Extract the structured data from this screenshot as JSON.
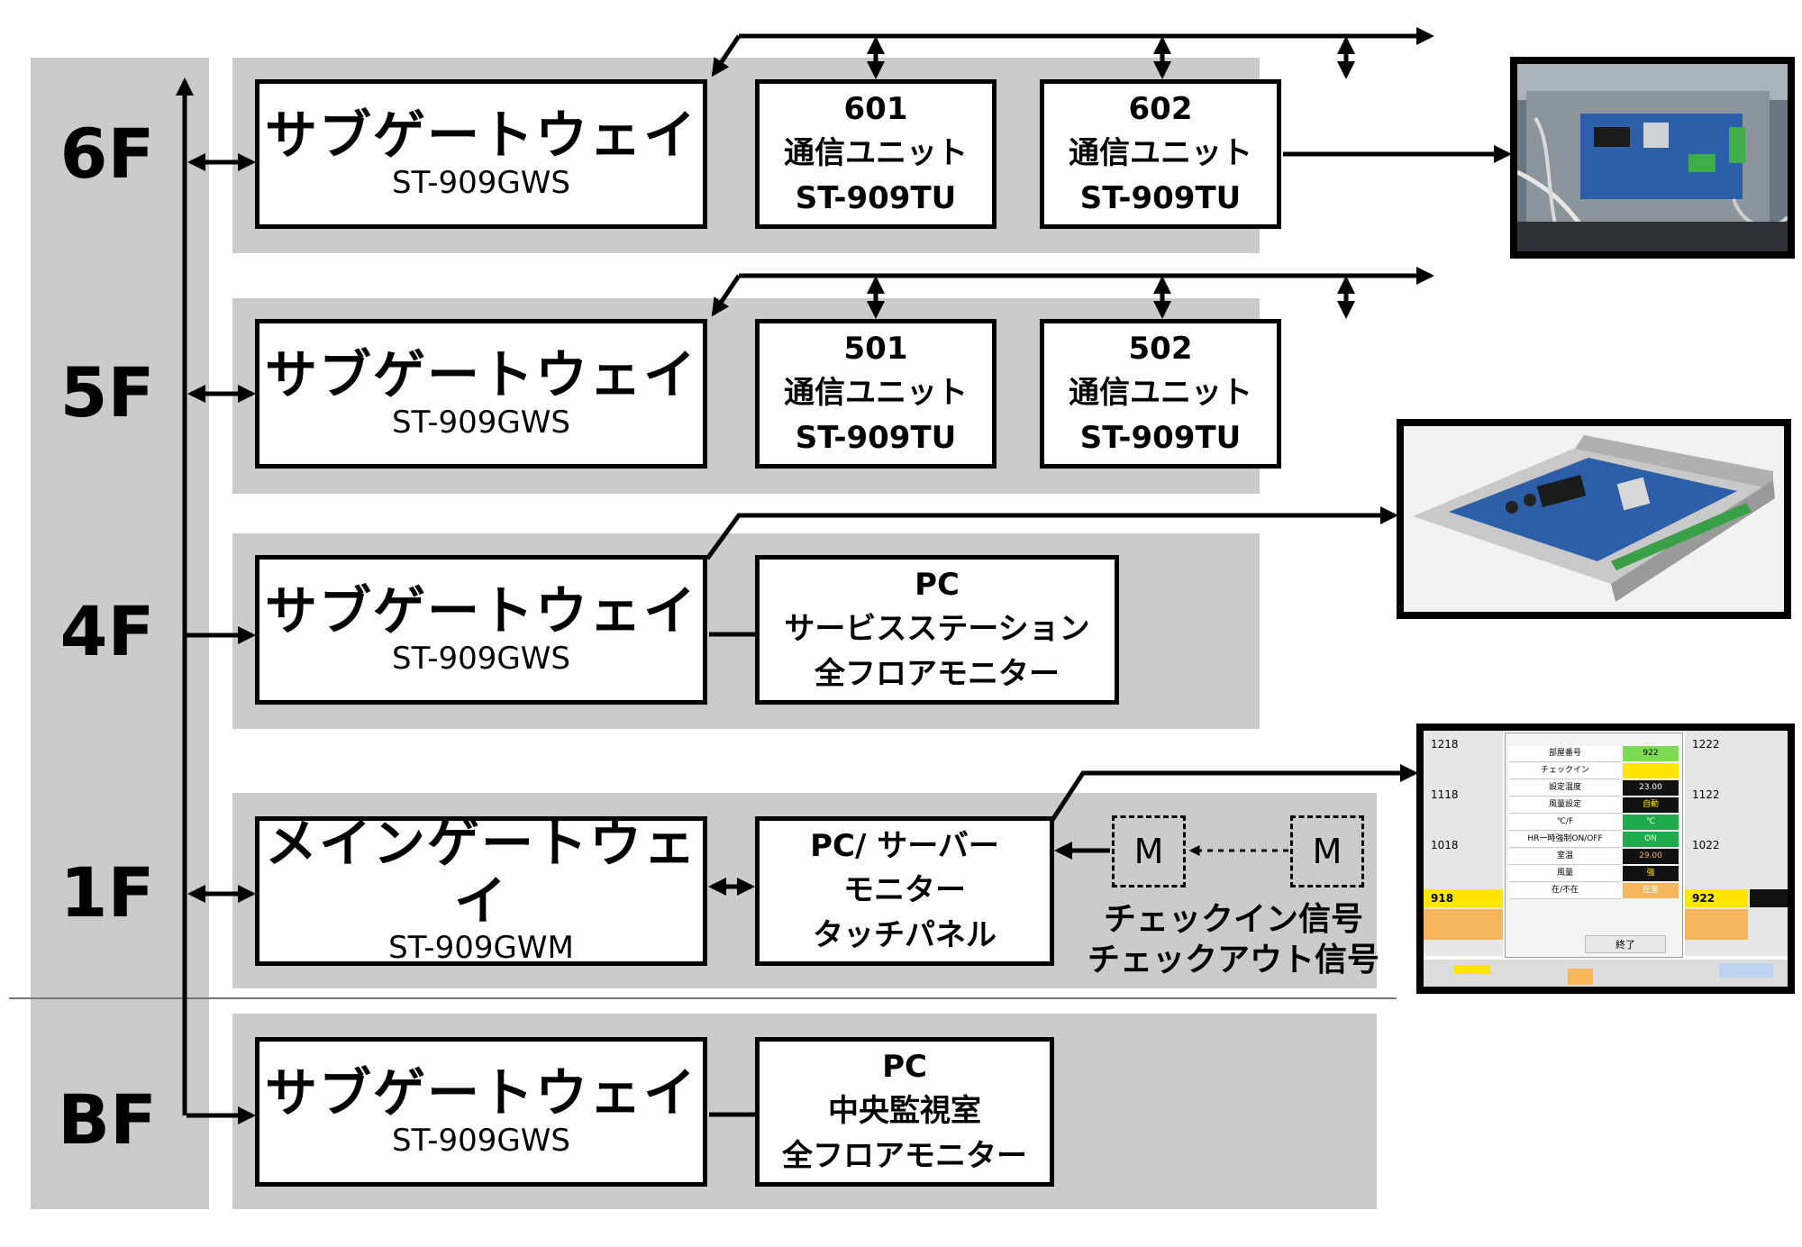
{
  "floors": [
    "6F",
    "5F",
    "4F",
    "1F",
    "BF"
  ],
  "sub_gateway": {
    "name": "サブゲートウェイ",
    "model": "ST-909GWS"
  },
  "main_gateway": {
    "name": "メインゲートウェイ",
    "model": "ST-909GWM"
  },
  "units_6f": [
    {
      "room": "601",
      "label": "通信ユニット",
      "model": "ST-909TU"
    },
    {
      "room": "602",
      "label": "通信ユニット",
      "model": "ST-909TU"
    }
  ],
  "units_5f": [
    {
      "room": "501",
      "label": "通信ユニット",
      "model": "ST-909TU"
    },
    {
      "room": "502",
      "label": "通信ユニット",
      "model": "ST-909TU"
    }
  ],
  "pc_4f": [
    "PC",
    "サービスステーション",
    "全フロアモニター"
  ],
  "pc_1f": [
    "PC/ サーバー",
    "モニター",
    "タッチパネル"
  ],
  "pc_bf": [
    "PC",
    "中央監視室",
    "全フロアモニター"
  ],
  "m_label": "M",
  "checkin_caption": [
    "チェックイン信号",
    "チェックアウト信号"
  ],
  "screen": {
    "rooms_left": [
      "1218",
      "1118",
      "1018",
      "918"
    ],
    "rooms_right": [
      "1222",
      "1122",
      "1022",
      "922"
    ],
    "dialog_rows": [
      "部屋番号",
      "チェックイン",
      "設定温度",
      "風量設定",
      "℃/F",
      "HR一時強制ON/OFF",
      "室温",
      "風量",
      "在/不在"
    ],
    "dialog_values": [
      "922",
      "",
      "23.00",
      "自動",
      "℃",
      "ON",
      "29.00",
      "強",
      "在室"
    ],
    "close_button": "終了"
  },
  "colors": {
    "band": "#cbcbcb",
    "line": "#000000",
    "board": "#2d5fa8"
  }
}
